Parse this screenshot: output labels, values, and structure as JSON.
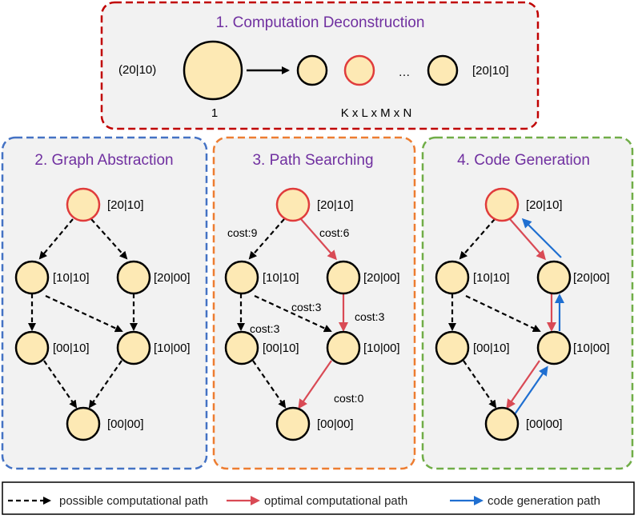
{
  "panels": {
    "p1": {
      "title": "1. Computation Deconstruction",
      "border": "#c00000"
    },
    "p2": {
      "title": "2. Graph Abstraction",
      "border": "#4472c4"
    },
    "p3": {
      "title": "3. Path Searching",
      "border": "#ed7d31"
    },
    "p4": {
      "title": "4. Code Generation",
      "border": "#70ad47"
    }
  },
  "decon": {
    "left_label": "(20|10)",
    "big_label": "1",
    "right_label": "[20|10]",
    "ellipsis": "…",
    "dims": "K x L x M x N"
  },
  "nodes": {
    "n2010": "[20|10]",
    "n1010": "[10|10]",
    "n2000": "[20|00]",
    "n0010": "[00|10]",
    "n1000": "[10|00]",
    "n0000": "[00|00]"
  },
  "costs": {
    "c1": "cost:9",
    "c2": "cost:6",
    "c3": "cost:3",
    "c4": "cost:3",
    "c5": "cost:3",
    "c6": "cost:0"
  },
  "legend": {
    "possible": "possible computational path",
    "optimal": "optimal computational path",
    "codegen": "code generation path"
  },
  "colors": {
    "node_fill": "#fde9b4",
    "highlight": "#e03c3c",
    "optimal": "#d94a55",
    "codegen": "#1f6fd1",
    "panel_bg": "#f2f2f2"
  }
}
